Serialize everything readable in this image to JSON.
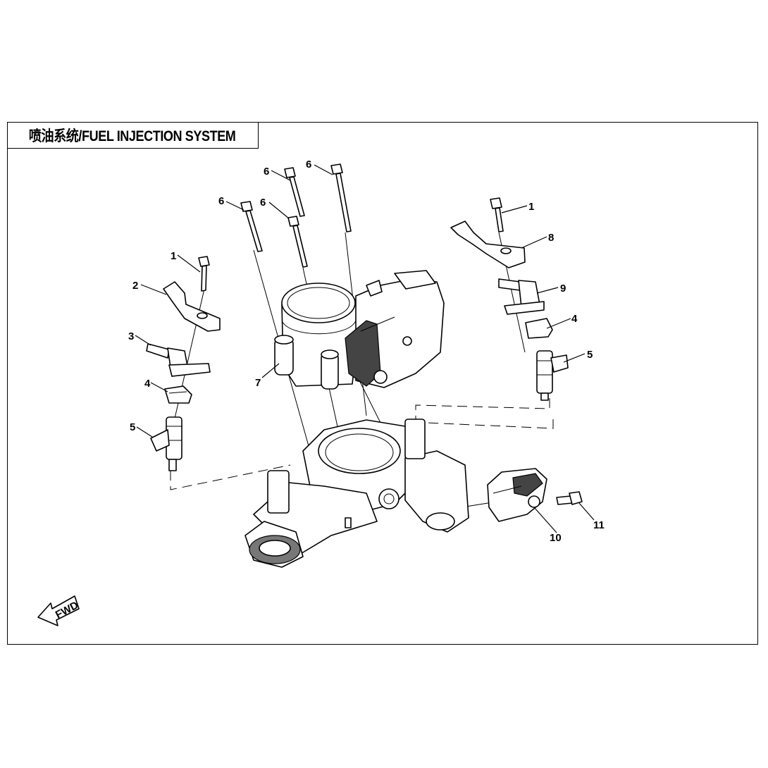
{
  "title": "喷油系统/FUEL INJECTION SYSTEM",
  "fwd_label": "FWD",
  "callouts": [
    "1",
    "2",
    "3",
    "4",
    "5",
    "6",
    "7",
    "8",
    "9",
    "10",
    "11"
  ]
}
